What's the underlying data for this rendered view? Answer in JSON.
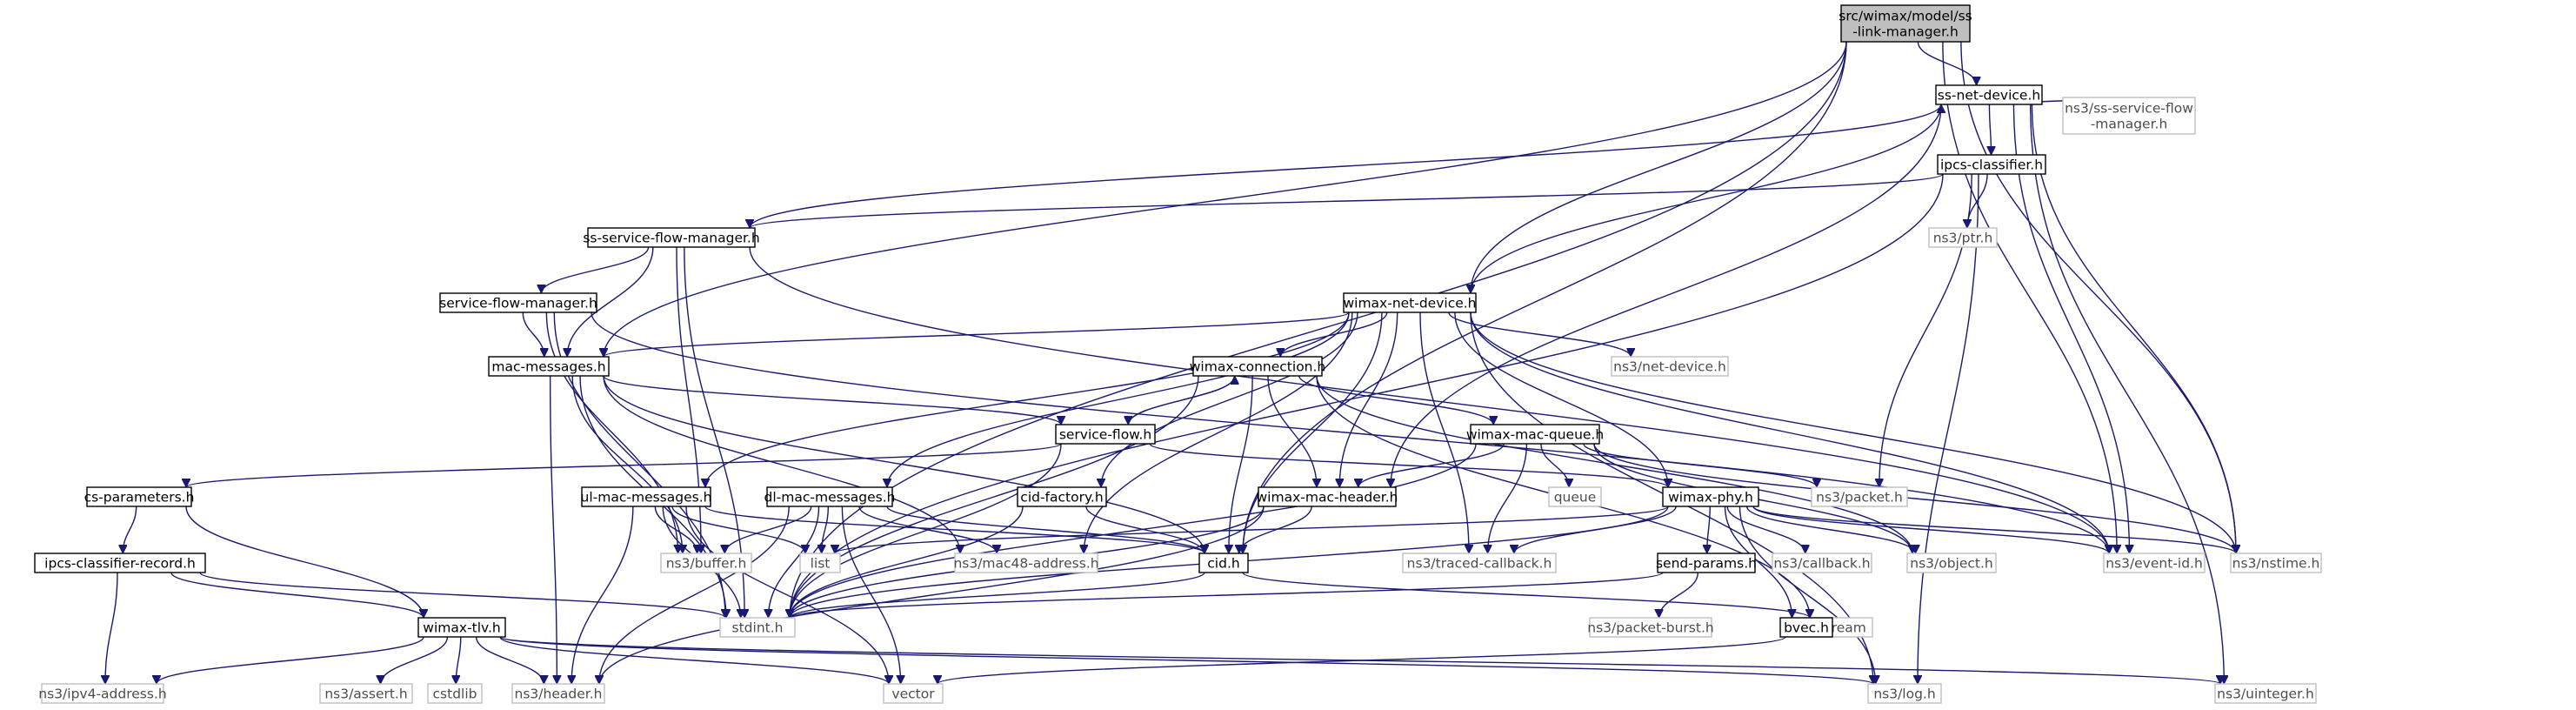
{
  "diagram": {
    "kind": "doxygen include dependency graph",
    "root": "root",
    "edge_color": "#191970",
    "nodes": {
      "root": {
        "lines": [
          "src/wimax/model/ss",
          "-link-manager.h"
        ],
        "style": "root"
      },
      "ss-net-device": {
        "lines": [
          "ss-net-device.h"
        ],
        "style": "internal"
      },
      "ipcs-classifier": {
        "lines": [
          "ipcs-classifier.h"
        ],
        "style": "internal"
      },
      "ns3-ss-service-flow-manager": {
        "lines": [
          "ns3/ss-service-flow",
          "-manager.h"
        ],
        "style": "external"
      },
      "ns3-ptr": {
        "lines": [
          "ns3/ptr.h"
        ],
        "style": "external"
      },
      "ss-service-flow-manager": {
        "lines": [
          "ss-service-flow-manager.h"
        ],
        "style": "internal"
      },
      "service-flow-manager": {
        "lines": [
          "service-flow-manager.h"
        ],
        "style": "internal"
      },
      "wimax-net-device": {
        "lines": [
          "wimax-net-device.h"
        ],
        "style": "internal"
      },
      "mac-messages": {
        "lines": [
          "mac-messages.h"
        ],
        "style": "internal"
      },
      "wimax-connection": {
        "lines": [
          "wimax-connection.h"
        ],
        "style": "internal"
      },
      "ns3-net-device": {
        "lines": [
          "ns3/net-device.h"
        ],
        "style": "external"
      },
      "service-flow": {
        "lines": [
          "service-flow.h"
        ],
        "style": "internal"
      },
      "wimax-mac-queue": {
        "lines": [
          "wimax-mac-queue.h"
        ],
        "style": "internal"
      },
      "cs-parameters": {
        "lines": [
          "cs-parameters.h"
        ],
        "style": "internal"
      },
      "ul-mac-messages": {
        "lines": [
          "ul-mac-messages.h"
        ],
        "style": "internal"
      },
      "dl-mac-messages": {
        "lines": [
          "dl-mac-messages.h"
        ],
        "style": "internal"
      },
      "cid-factory": {
        "lines": [
          "cid-factory.h"
        ],
        "style": "internal"
      },
      "wimax-mac-header": {
        "lines": [
          "wimax-mac-header.h"
        ],
        "style": "internal"
      },
      "queue": {
        "lines": [
          "queue"
        ],
        "style": "external"
      },
      "ns3-packet": {
        "lines": [
          "ns3/packet.h"
        ],
        "style": "external"
      },
      "wimax-phy": {
        "lines": [
          "wimax-phy.h"
        ],
        "style": "internal"
      },
      "ipcs-classifier-record": {
        "lines": [
          "ipcs-classifier-record.h"
        ],
        "style": "internal"
      },
      "ns3-buffer": {
        "lines": [
          "ns3/buffer.h"
        ],
        "style": "external"
      },
      "list": {
        "lines": [
          "list"
        ],
        "style": "external"
      },
      "ns3-mac48-address": {
        "lines": [
          "ns3/mac48-address.h"
        ],
        "style": "external"
      },
      "cid": {
        "lines": [
          "cid.h"
        ],
        "style": "internal"
      },
      "ns3-traced-callback": {
        "lines": [
          "ns3/traced-callback.h"
        ],
        "style": "external"
      },
      "send-params": {
        "lines": [
          "send-params.h"
        ],
        "style": "internal"
      },
      "ns3-callback": {
        "lines": [
          "ns3/callback.h"
        ],
        "style": "external"
      },
      "ns3-object": {
        "lines": [
          "ns3/object.h"
        ],
        "style": "external"
      },
      "ns3-event-id": {
        "lines": [
          "ns3/event-id.h"
        ],
        "style": "external"
      },
      "ns3-nstime": {
        "lines": [
          "ns3/nstime.h"
        ],
        "style": "external"
      },
      "stdint": {
        "lines": [
          "stdint.h"
        ],
        "style": "external"
      },
      "wimax-tlv": {
        "lines": [
          "wimax-tlv.h"
        ],
        "style": "internal"
      },
      "ostream": {
        "lines": [
          "ostream"
        ],
        "style": "external"
      },
      "ns3-packet-burst": {
        "lines": [
          "ns3/packet-burst.h"
        ],
        "style": "external"
      },
      "bvec": {
        "lines": [
          "bvec.h"
        ],
        "style": "internal"
      },
      "ns3-ipv4-address": {
        "lines": [
          "ns3/ipv4-address.h"
        ],
        "style": "external"
      },
      "ns3-assert": {
        "lines": [
          "ns3/assert.h"
        ],
        "style": "external"
      },
      "cstdlib": {
        "lines": [
          "cstdlib"
        ],
        "style": "external"
      },
      "ns3-header": {
        "lines": [
          "ns3/header.h"
        ],
        "style": "external"
      },
      "vector": {
        "lines": [
          "vector"
        ],
        "style": "external"
      },
      "ns3-log": {
        "lines": [
          "ns3/log.h"
        ],
        "style": "external"
      },
      "ns3-uinteger": {
        "lines": [
          "ns3/uinteger.h"
        ],
        "style": "external"
      }
    },
    "edges": [
      [
        "root",
        "ss-net-device"
      ],
      [
        "root",
        "mac-messages"
      ],
      [
        "root",
        "wimax-net-device"
      ],
      [
        "root",
        "stdint"
      ],
      [
        "root",
        "cid"
      ],
      [
        "root",
        "ns3-event-id"
      ],
      [
        "root",
        "ns3-nstime"
      ],
      [
        "ss-net-device",
        "ipcs-classifier"
      ],
      [
        "ss-net-device",
        "ns3-ss-service-flow-manager"
      ],
      [
        "ss-net-device",
        "wimax-net-device"
      ],
      [
        "ss-net-device",
        "ns3-event-id"
      ],
      [
        "ss-net-device",
        "ns3-nstime"
      ],
      [
        "ss-net-device",
        "ns3-uinteger"
      ],
      [
        "ss-net-device",
        "wimax-mac-header"
      ],
      [
        "ipcs-classifier",
        "ss-service-flow-manager"
      ],
      [
        "ipcs-classifier",
        "ns3-ptr"
      ],
      [
        "ipcs-classifier",
        "ns3-packet"
      ],
      [
        "ipcs-classifier",
        "stdint"
      ],
      [
        "ipcs-classifier",
        "ns3-log"
      ],
      [
        "ss-service-flow-manager",
        "ss-net-device"
      ],
      [
        "ss-service-flow-manager",
        "service-flow-manager"
      ],
      [
        "ss-service-flow-manager",
        "mac-messages"
      ],
      [
        "ss-service-flow-manager",
        "ns3-buffer"
      ],
      [
        "ss-service-flow-manager",
        "stdint"
      ],
      [
        "ss-service-flow-manager",
        "ns3-event-id"
      ],
      [
        "service-flow-manager",
        "mac-messages"
      ],
      [
        "service-flow-manager",
        "ns3-buffer"
      ],
      [
        "service-flow-manager",
        "stdint"
      ],
      [
        "service-flow-manager",
        "ns3-event-id"
      ],
      [
        "wimax-net-device",
        "mac-messages"
      ],
      [
        "wimax-net-device",
        "wimax-connection"
      ],
      [
        "wimax-net-device",
        "ns3-net-device"
      ],
      [
        "wimax-net-device",
        "ul-mac-messages"
      ],
      [
        "wimax-net-device",
        "dl-mac-messages"
      ],
      [
        "wimax-net-device",
        "cid-factory"
      ],
      [
        "wimax-net-device",
        "wimax-mac-header"
      ],
      [
        "wimax-net-device",
        "ns3-mac48-address"
      ],
      [
        "wimax-net-device",
        "ns3-traced-callback"
      ],
      [
        "wimax-net-device",
        "cid"
      ],
      [
        "wimax-net-device",
        "wimax-phy"
      ],
      [
        "wimax-net-device",
        "ns3-event-id"
      ],
      [
        "wimax-net-device",
        "ns3-nstime"
      ],
      [
        "wimax-net-device",
        "ns3-log"
      ],
      [
        "mac-messages",
        "service-flow"
      ],
      [
        "mac-messages",
        "ns3-buffer"
      ],
      [
        "mac-messages",
        "stdint"
      ],
      [
        "mac-messages",
        "ns3-mac48-address"
      ],
      [
        "mac-messages",
        "cid"
      ],
      [
        "mac-messages",
        "ns3-header"
      ],
      [
        "wimax-connection",
        "service-flow"
      ],
      [
        "wimax-connection",
        "wimax-mac-queue"
      ],
      [
        "wimax-connection",
        "wimax-mac-header"
      ],
      [
        "wimax-connection",
        "cid"
      ],
      [
        "wimax-connection",
        "ns3-object"
      ],
      [
        "wimax-connection",
        "ostream"
      ],
      [
        "wimax-connection",
        "stdint"
      ],
      [
        "service-flow",
        "wimax-connection"
      ],
      [
        "service-flow",
        "cs-parameters"
      ],
      [
        "service-flow",
        "wimax-phy"
      ],
      [
        "service-flow",
        "stdint"
      ],
      [
        "wimax-mac-queue",
        "wimax-mac-header"
      ],
      [
        "wimax-mac-queue",
        "queue"
      ],
      [
        "wimax-mac-queue",
        "ns3-packet"
      ],
      [
        "wimax-mac-queue",
        "ns3-traced-callback"
      ],
      [
        "wimax-mac-queue",
        "ns3-object"
      ],
      [
        "wimax-mac-queue",
        "ns3-nstime"
      ],
      [
        "wimax-mac-queue",
        "stdint"
      ],
      [
        "cs-parameters",
        "ipcs-classifier-record"
      ],
      [
        "cs-parameters",
        "wimax-tlv"
      ],
      [
        "ipcs-classifier-record",
        "wimax-tlv"
      ],
      [
        "ipcs-classifier-record",
        "stdint"
      ],
      [
        "ipcs-classifier-record",
        "ns3-ipv4-address"
      ],
      [
        "ul-mac-messages",
        "ns3-buffer"
      ],
      [
        "ul-mac-messages",
        "list"
      ],
      [
        "ul-mac-messages",
        "cid"
      ],
      [
        "ul-mac-messages",
        "stdint"
      ],
      [
        "ul-mac-messages",
        "ns3-header"
      ],
      [
        "ul-mac-messages",
        "vector"
      ],
      [
        "dl-mac-messages",
        "ns3-buffer"
      ],
      [
        "dl-mac-messages",
        "list"
      ],
      [
        "dl-mac-messages",
        "ns3-mac48-address"
      ],
      [
        "dl-mac-messages",
        "cid"
      ],
      [
        "dl-mac-messages",
        "stdint"
      ],
      [
        "dl-mac-messages",
        "ns3-header"
      ],
      [
        "dl-mac-messages",
        "vector"
      ],
      [
        "cid-factory",
        "cid"
      ],
      [
        "cid-factory",
        "stdint"
      ],
      [
        "wimax-mac-header",
        "cid"
      ],
      [
        "wimax-mac-header",
        "stdint"
      ],
      [
        "wimax-mac-header",
        "ns3-header"
      ],
      [
        "wimax-phy",
        "list"
      ],
      [
        "wimax-phy",
        "ns3-traced-callback"
      ],
      [
        "wimax-phy",
        "send-params"
      ],
      [
        "wimax-phy",
        "ns3-callback"
      ],
      [
        "wimax-phy",
        "ns3-object"
      ],
      [
        "wimax-phy",
        "ns3-event-id"
      ],
      [
        "wimax-phy",
        "ns3-nstime"
      ],
      [
        "wimax-phy",
        "bvec"
      ],
      [
        "wimax-phy",
        "ns3-log"
      ],
      [
        "wimax-phy",
        "stdint"
      ],
      [
        "cid",
        "stdint"
      ],
      [
        "cid",
        "ostream"
      ],
      [
        "send-params",
        "ns3-packet-burst"
      ],
      [
        "send-params",
        "stdint"
      ],
      [
        "bvec",
        "vector"
      ],
      [
        "wimax-tlv",
        "ns3-ipv4-address"
      ],
      [
        "wimax-tlv",
        "ns3-assert"
      ],
      [
        "wimax-tlv",
        "cstdlib"
      ],
      [
        "wimax-tlv",
        "ns3-header"
      ],
      [
        "wimax-tlv",
        "vector"
      ],
      [
        "wimax-tlv",
        "ns3-log"
      ],
      [
        "wimax-tlv",
        "ns3-uinteger"
      ]
    ]
  }
}
